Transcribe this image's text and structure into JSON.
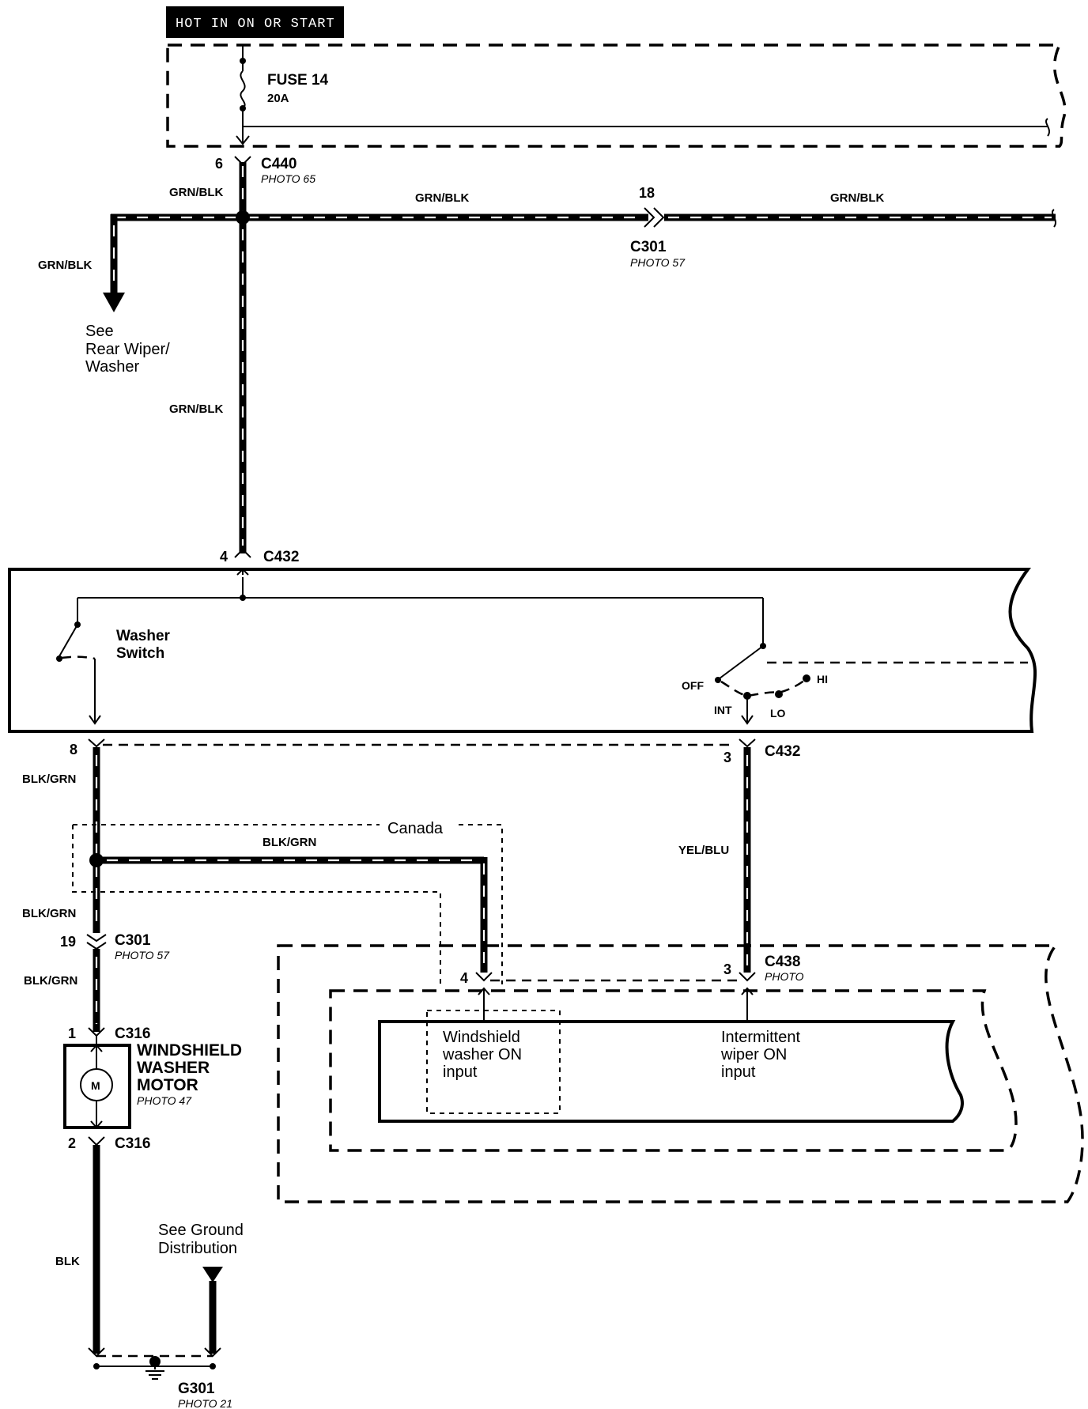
{
  "power": {
    "hot_label": "HOT IN ON OR START",
    "fuse_name": "FUSE 14",
    "fuse_rating": "20A"
  },
  "connectors": {
    "c440": {
      "name": "C440",
      "photo": "PHOTO 65",
      "pin": "6"
    },
    "c301_top": {
      "name": "C301",
      "photo": "PHOTO 57",
      "pin": "18"
    },
    "c432_in": {
      "name": "C432",
      "pin": "4"
    },
    "c432_out_left_pin": "8",
    "c432_out_right": {
      "name": "C432",
      "pin": "3"
    },
    "c301_bottom": {
      "name": "C301",
      "photo": "PHOTO 57",
      "pin": "19"
    },
    "c316_top": {
      "name": "C316",
      "pin": "1"
    },
    "c316_bottom": {
      "name": "C316",
      "pin": "2"
    },
    "c438": {
      "name": "C438",
      "photo": "PHOTO",
      "pin_left": "4",
      "pin_right": "3"
    }
  },
  "wires": {
    "grn_blk": "GRN/BLK",
    "blk_grn": "BLK/GRN",
    "yel_blu": "YEL/BLU",
    "blk": "BLK"
  },
  "references": {
    "rear_wiper": [
      "See",
      "Rear Wiper/",
      "Washer"
    ],
    "ground_dist": [
      "See Ground",
      "Distribution"
    ]
  },
  "switch": {
    "washer_switch": [
      "Washer",
      "Switch"
    ],
    "positions": {
      "off": "OFF",
      "int": "INT",
      "lo": "LO",
      "hi": "HI"
    }
  },
  "canada_label": "Canada",
  "motor": {
    "symbol": "M",
    "name": [
      "WINDSHIELD",
      "WASHER",
      "MOTOR"
    ],
    "photo": "PHOTO 47"
  },
  "control_unit": {
    "input_left": [
      "Windshield",
      "washer ON",
      "input"
    ],
    "input_right": [
      "Intermittent",
      "wiper ON",
      "input"
    ]
  },
  "ground": {
    "name": "G301",
    "photo": "PHOTO 21"
  }
}
